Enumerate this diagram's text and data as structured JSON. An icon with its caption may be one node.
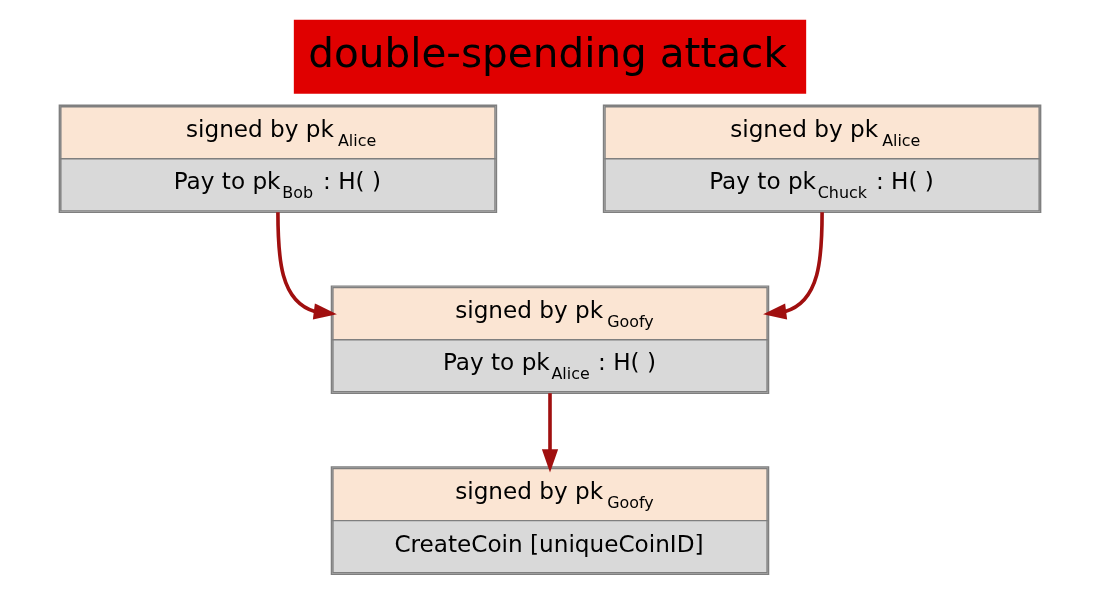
{
  "diagram": {
    "title": "double-spending attack",
    "nodes": [
      {
        "text": [
          "signed by pk$_{Alice}$",
          "Pay to pk$_{Bob}$ : H( )"
        ]
      },
      {
        "text": [
          "signed by pk$_{Alice}$",
          "Pay to pk$_{Chuck}$ : H( )"
        ]
      },
      {
        "text": [
          "signed by pk$_{Goofy}$",
          "Pay to pk$_{Alice}$ : H( )"
        ]
      },
      {
        "text": [
          "signed by pk$_{Goofy}$",
          "CreateCoin [uniqueCoinID]"
        ]
      }
    ],
    "edges": [
      {
        "from": 0,
        "to": 2,
        "arrow": "to"
      },
      {
        "from": 1,
        "to": 2,
        "arrow": "to"
      },
      {
        "from": 2,
        "to": 3,
        "arrow": "to"
      }
    ]
  }
}
